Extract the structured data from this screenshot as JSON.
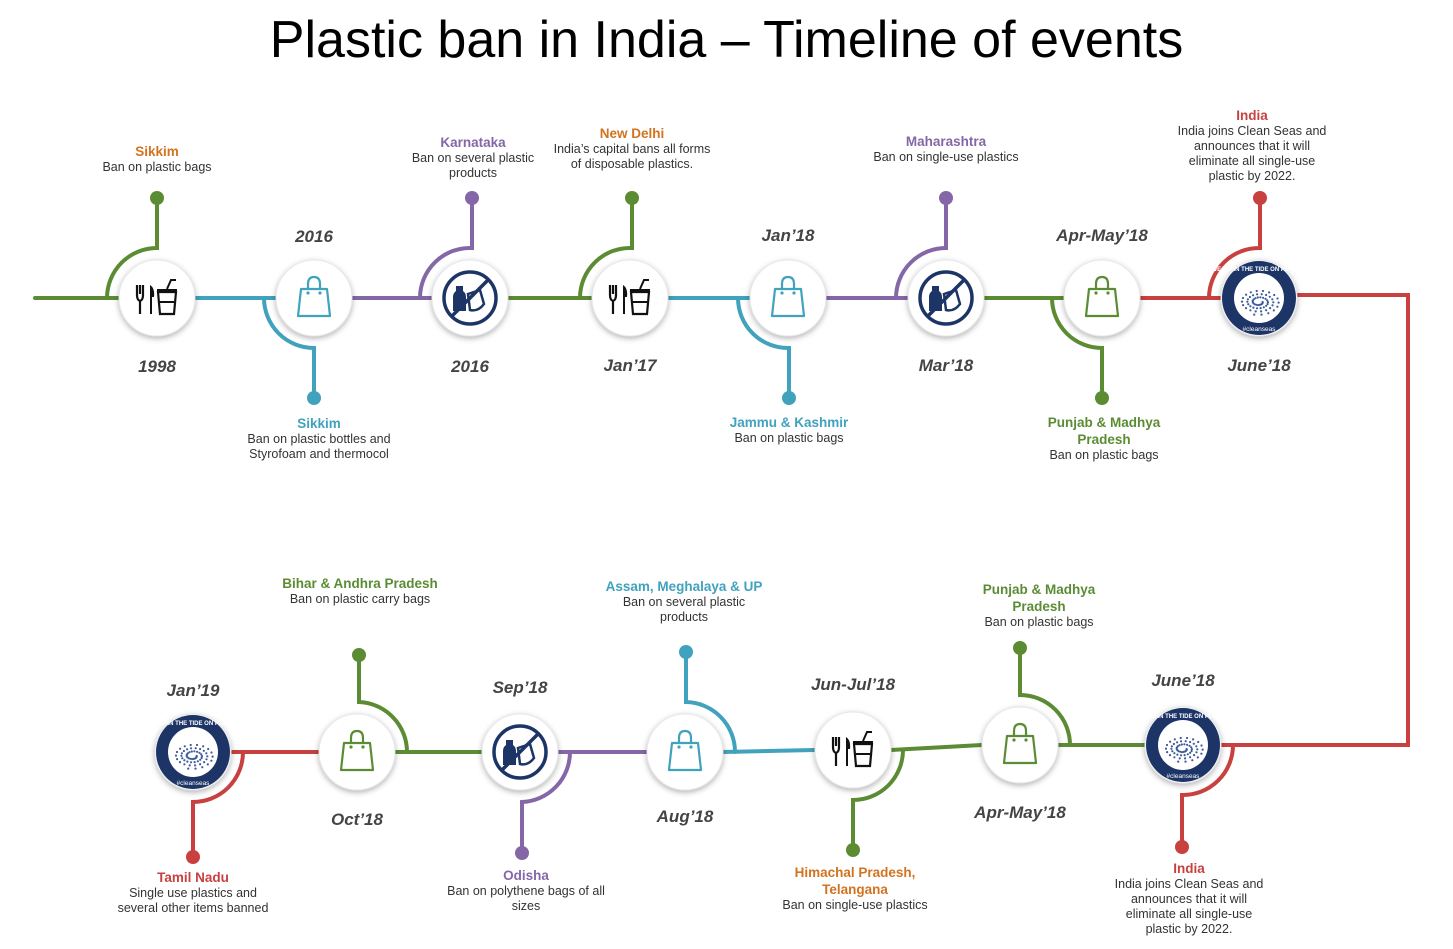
{
  "title": "Plastic ban in India – Timeline of events",
  "colors": {
    "green": "#5b8c34",
    "teal": "#41a2bd",
    "purple": "#8467a7",
    "red": "#c8403f",
    "orange": "#d2731f",
    "icon_navy": "#1c3566"
  },
  "badge_text": {
    "top": "WE TURN THE TIDE ON PLASTIC",
    "bottom": "#cleanseas"
  },
  "events": [
    {
      "date": "1998",
      "place": "Sikkim",
      "place_color": "orange",
      "desc": "Ban on plastic bags",
      "icon": "cutlery-cup-icon",
      "line_color": "green"
    },
    {
      "date": "2016",
      "place": "Sikkim",
      "place_color": "teal",
      "desc": "Ban on plastic bottles and Styrofoam and thermocol",
      "icon": "shopping-bag-icon",
      "line_color": "teal"
    },
    {
      "date": "2016",
      "place": "Karnataka",
      "place_color": "purple",
      "desc": "Ban on several plastic products",
      "icon": "no-plastic-icon",
      "line_color": "purple"
    },
    {
      "date": "Jan’17",
      "place": "New Delhi",
      "place_color": "orange",
      "desc": "India’s capital bans all forms of disposable plastics.",
      "icon": "cutlery-cup-icon",
      "line_color": "green"
    },
    {
      "date": "Jan’18",
      "place": "Jammu & Kashmir",
      "place_color": "teal",
      "desc": "Ban on plastic bags",
      "icon": "shopping-bag-icon",
      "line_color": "teal"
    },
    {
      "date": "Mar’18",
      "place": "Maharashtra",
      "place_color": "purple",
      "desc": "Ban on single-use plastics",
      "icon": "no-plastic-icon",
      "line_color": "purple"
    },
    {
      "date": "Apr-May’18",
      "place": "Punjab & Madhya Pradesh",
      "place_color": "green",
      "desc": "Ban on plastic bags",
      "icon": "shopping-bag-icon",
      "line_color": "green"
    },
    {
      "date": "June’18",
      "place": "India",
      "place_color": "red",
      "desc": "India joins Clean Seas and announces that it will eliminate all single-use plastic by 2022.",
      "icon": "clean-seas-badge-icon",
      "line_color": "red"
    },
    {
      "date": "June’18",
      "place": "India",
      "place_color": "red",
      "desc": "India joins Clean Seas and announces that it will eliminate all single-use plastic by 2022.",
      "icon": "clean-seas-badge-icon",
      "line_color": "red"
    },
    {
      "date": "Apr-May’18",
      "place": "Punjab & Madhya Pradesh",
      "place_color": "green",
      "desc": "Ban on plastic bags",
      "icon": "carry-bag-icon",
      "line_color": "green"
    },
    {
      "date": "Jun-Jul’18",
      "place": "Himachal Pradesh, Telangana",
      "place_color": "orange",
      "desc": "Ban on single-use plastics",
      "icon": "cutlery-cup-icon",
      "line_color": "green"
    },
    {
      "date": "Aug’18",
      "place": "Assam, Meghalaya & UP",
      "place_color": "teal",
      "desc": "Ban on several plastic products",
      "icon": "shopping-bag-icon",
      "line_color": "teal"
    },
    {
      "date": "Sep’18",
      "place": "Odisha",
      "place_color": "purple",
      "desc": "Ban on polythene bags of all sizes",
      "icon": "no-plastic-icon",
      "line_color": "purple"
    },
    {
      "date": "Oct’18",
      "place": "Bihar & Andhra Pradesh",
      "place_color": "green",
      "desc": "Ban on plastic carry bags",
      "icon": "shopping-bag-icon",
      "line_color": "green"
    },
    {
      "date": "Jan’19",
      "place": "Tamil Nadu",
      "place_color": "red",
      "desc": "Single use plastics and several other items banned",
      "icon": "clean-seas-badge-icon",
      "line_color": "red"
    }
  ]
}
